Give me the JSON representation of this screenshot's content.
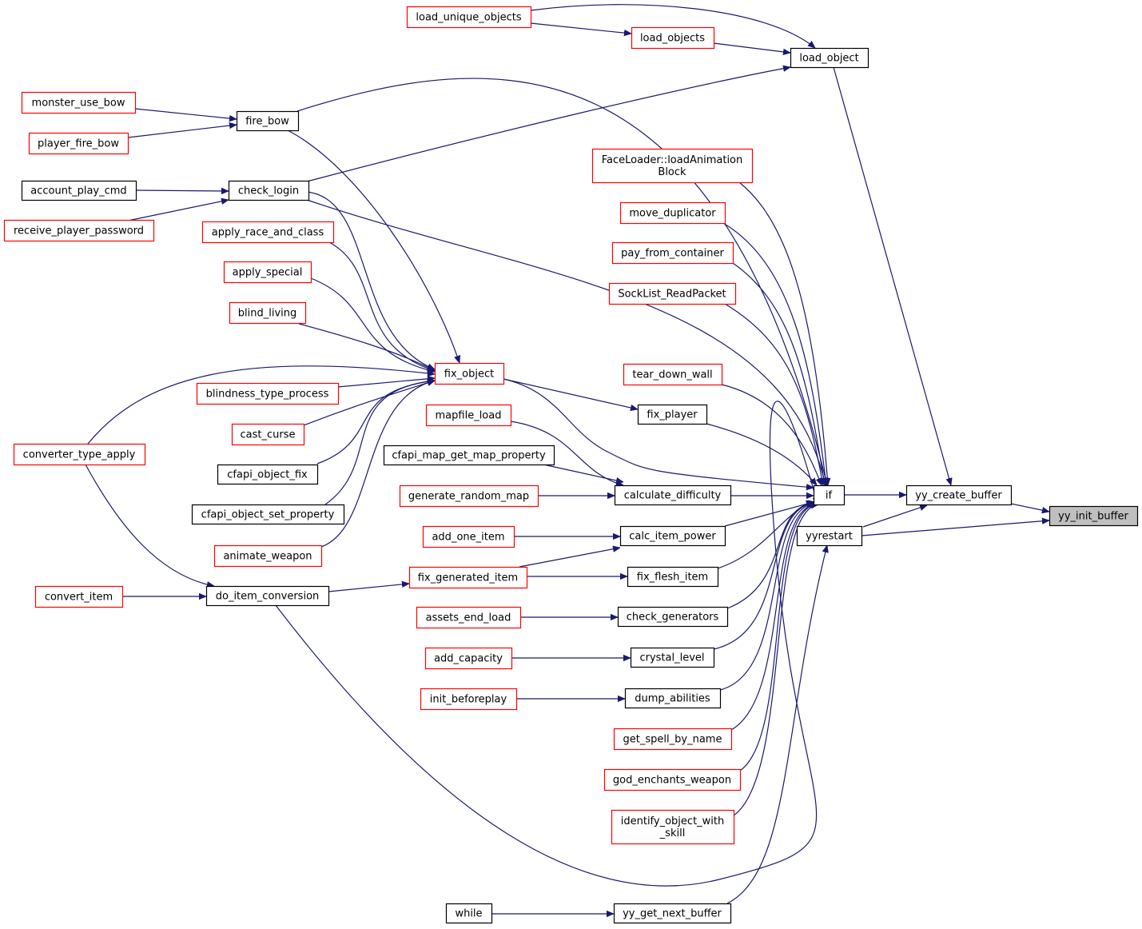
{
  "colors": {
    "edge": "#191970",
    "border_black": "#000000",
    "border_red": "#ff0000",
    "fill_default": "#ffffff",
    "fill_root": "#bfbfbf"
  },
  "nodes": {
    "yy_init_buffer": {
      "label": [
        "yy_init_buffer"
      ],
      "style": "root"
    },
    "yy_create_buffer": {
      "label": [
        "yy_create_buffer"
      ],
      "style": "black"
    },
    "yyrestart": {
      "label": [
        "yyrestart"
      ],
      "style": "black"
    },
    "if": {
      "label": [
        "if"
      ],
      "style": "black"
    },
    "load_object": {
      "label": [
        "load_object"
      ],
      "style": "black"
    },
    "load_objects": {
      "label": [
        "load_objects"
      ],
      "style": "red"
    },
    "load_unique_objects": {
      "label": [
        "load_unique_objects"
      ],
      "style": "red"
    },
    "fire_bow": {
      "label": [
        "fire_bow"
      ],
      "style": "black"
    },
    "monster_use_bow": {
      "label": [
        "monster_use_bow"
      ],
      "style": "red"
    },
    "player_fire_bow": {
      "label": [
        "player_fire_bow"
      ],
      "style": "red"
    },
    "check_login": {
      "label": [
        "check_login"
      ],
      "style": "black"
    },
    "account_play_cmd": {
      "label": [
        "account_play_cmd"
      ],
      "style": "black"
    },
    "receive_player_password": {
      "label": [
        "receive_player_password"
      ],
      "style": "red"
    },
    "fix_object": {
      "label": [
        "fix_object"
      ],
      "style": "red"
    },
    "apply_race_and_class": {
      "label": [
        "apply_race_and_class"
      ],
      "style": "red"
    },
    "apply_special": {
      "label": [
        "apply_special"
      ],
      "style": "red"
    },
    "blind_living": {
      "label": [
        "blind_living"
      ],
      "style": "red"
    },
    "blindness_type_process": {
      "label": [
        "blindness_type_process"
      ],
      "style": "red"
    },
    "cast_curse": {
      "label": [
        "cast_curse"
      ],
      "style": "red"
    },
    "cfapi_object_fix": {
      "label": [
        "cfapi_object_fix"
      ],
      "style": "black"
    },
    "cfapi_object_set_property": {
      "label": [
        "cfapi_object_set_property"
      ],
      "style": "black"
    },
    "animate_weapon": {
      "label": [
        "animate_weapon"
      ],
      "style": "red"
    },
    "converter_type_apply": {
      "label": [
        "converter_type_apply"
      ],
      "style": "red"
    },
    "do_item_conversion": {
      "label": [
        "do_item_conversion"
      ],
      "style": "black"
    },
    "convert_item": {
      "label": [
        "convert_item"
      ],
      "style": "red"
    },
    "FaceLoader_loadAnimationBlock": {
      "label": [
        "FaceLoader::loadAnimation",
        "Block"
      ],
      "style": "red"
    },
    "move_duplicator": {
      "label": [
        "move_duplicator"
      ],
      "style": "red"
    },
    "pay_from_container": {
      "label": [
        "pay_from_container"
      ],
      "style": "red"
    },
    "SockList_ReadPacket": {
      "label": [
        "SockList_ReadPacket"
      ],
      "style": "red"
    },
    "tear_down_wall": {
      "label": [
        "tear_down_wall"
      ],
      "style": "red"
    },
    "fix_player": {
      "label": [
        "fix_player"
      ],
      "style": "black"
    },
    "mapfile_load": {
      "label": [
        "mapfile_load"
      ],
      "style": "red"
    },
    "cfapi_map_get_map_property": {
      "label": [
        "cfapi_map_get_map_property"
      ],
      "style": "black"
    },
    "generate_random_map": {
      "label": [
        "generate_random_map"
      ],
      "style": "red"
    },
    "calculate_difficulty": {
      "label": [
        "calculate_difficulty"
      ],
      "style": "black"
    },
    "add_one_item": {
      "label": [
        "add_one_item"
      ],
      "style": "red"
    },
    "calc_item_power": {
      "label": [
        "calc_item_power"
      ],
      "style": "black"
    },
    "fix_generated_item": {
      "label": [
        "fix_generated_item"
      ],
      "style": "red"
    },
    "fix_flesh_item": {
      "label": [
        "fix_flesh_item"
      ],
      "style": "black"
    },
    "assets_end_load": {
      "label": [
        "assets_end_load"
      ],
      "style": "red"
    },
    "check_generators": {
      "label": [
        "check_generators"
      ],
      "style": "black"
    },
    "add_capacity": {
      "label": [
        "add_capacity"
      ],
      "style": "red"
    },
    "crystal_level": {
      "label": [
        "crystal_level"
      ],
      "style": "black"
    },
    "init_beforeplay": {
      "label": [
        "init_beforeplay"
      ],
      "style": "red"
    },
    "dump_abilities": {
      "label": [
        "dump_abilities"
      ],
      "style": "black"
    },
    "get_spell_by_name": {
      "label": [
        "get_spell_by_name"
      ],
      "style": "red"
    },
    "god_enchants_weapon": {
      "label": [
        "god_enchants_weapon"
      ],
      "style": "red"
    },
    "identify_object_with_skill": {
      "label": [
        "identify_object_with",
        "_skill"
      ],
      "style": "red"
    },
    "while": {
      "label": [
        "while"
      ],
      "style": "black"
    },
    "yy_get_next_buffer": {
      "label": [
        "yy_get_next_buffer"
      ],
      "style": "black"
    }
  },
  "edges": [
    [
      "yy_create_buffer",
      "yy_init_buffer"
    ],
    [
      "yyrestart",
      "yy_init_buffer"
    ],
    [
      "if",
      "yy_create_buffer"
    ],
    [
      "yyrestart",
      "yy_create_buffer"
    ],
    [
      "load_object",
      "yy_create_buffer"
    ],
    [
      "load_objects",
      "load_object"
    ],
    [
      "load_unique_objects",
      "load_object"
    ],
    [
      "load_unique_objects",
      "load_objects"
    ],
    [
      "fire_bow",
      "if"
    ],
    [
      "check_login",
      "load_object"
    ],
    [
      "check_login",
      "if"
    ],
    [
      "monster_use_bow",
      "fire_bow"
    ],
    [
      "player_fire_bow",
      "fire_bow"
    ],
    [
      "account_play_cmd",
      "check_login"
    ],
    [
      "receive_player_password",
      "check_login"
    ],
    [
      "fire_bow",
      "fix_object"
    ],
    [
      "check_login",
      "fix_object"
    ],
    [
      "apply_race_and_class",
      "fix_object"
    ],
    [
      "apply_special",
      "fix_object"
    ],
    [
      "blind_living",
      "fix_object"
    ],
    [
      "blindness_type_process",
      "fix_object"
    ],
    [
      "cast_curse",
      "fix_object"
    ],
    [
      "cfapi_object_fix",
      "fix_object"
    ],
    [
      "cfapi_object_set_property",
      "fix_object"
    ],
    [
      "animate_weapon",
      "fix_object"
    ],
    [
      "converter_type_apply",
      "fix_object"
    ],
    [
      "fix_object",
      "fix_player"
    ],
    [
      "fix_object",
      "if"
    ],
    [
      "converter_type_apply",
      "do_item_conversion"
    ],
    [
      "convert_item",
      "do_item_conversion"
    ],
    [
      "do_item_conversion",
      "fix_generated_item"
    ],
    [
      "do_item_conversion",
      "if"
    ],
    [
      "FaceLoader_loadAnimationBlock",
      "if"
    ],
    [
      "move_duplicator",
      "if"
    ],
    [
      "pay_from_container",
      "if"
    ],
    [
      "SockList_ReadPacket",
      "if"
    ],
    [
      "tear_down_wall",
      "if"
    ],
    [
      "fix_player",
      "if"
    ],
    [
      "mapfile_load",
      "calculate_difficulty"
    ],
    [
      "cfapi_map_get_map_property",
      "calculate_difficulty"
    ],
    [
      "generate_random_map",
      "calculate_difficulty"
    ],
    [
      "calculate_difficulty",
      "if"
    ],
    [
      "add_one_item",
      "calc_item_power"
    ],
    [
      "fix_generated_item",
      "calc_item_power"
    ],
    [
      "calc_item_power",
      "if"
    ],
    [
      "fix_generated_item",
      "fix_flesh_item"
    ],
    [
      "fix_flesh_item",
      "if"
    ],
    [
      "assets_end_load",
      "check_generators"
    ],
    [
      "check_generators",
      "if"
    ],
    [
      "add_capacity",
      "crystal_level"
    ],
    [
      "crystal_level",
      "if"
    ],
    [
      "init_beforeplay",
      "dump_abilities"
    ],
    [
      "dump_abilities",
      "if"
    ],
    [
      "get_spell_by_name",
      "if"
    ],
    [
      "god_enchants_weapon",
      "if"
    ],
    [
      "identify_object_with_skill",
      "if"
    ],
    [
      "while",
      "yy_get_next_buffer"
    ],
    [
      "yy_get_next_buffer",
      "yyrestart"
    ]
  ]
}
